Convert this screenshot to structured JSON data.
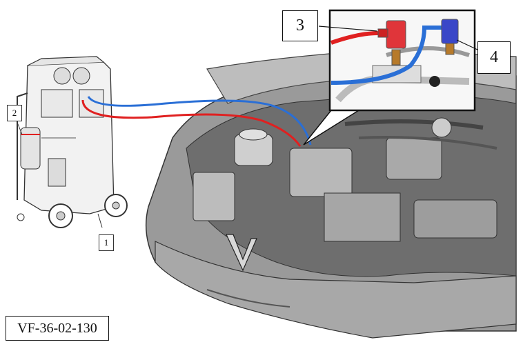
{
  "callouts": {
    "c1": "1",
    "c2": "2",
    "c3": "3",
    "c4": "4"
  },
  "figure_id": "VF-36-02-130",
  "colors": {
    "high_pressure_hose": "#e02020",
    "low_pressure_hose": "#2a6fd6",
    "high_side_fitting": "#e0353a",
    "low_side_fitting": "#3a47c8",
    "line_art": "#333333",
    "car_body": "#8c8c8c"
  },
  "icons": {
    "logo": "vinfast-v-logo"
  }
}
